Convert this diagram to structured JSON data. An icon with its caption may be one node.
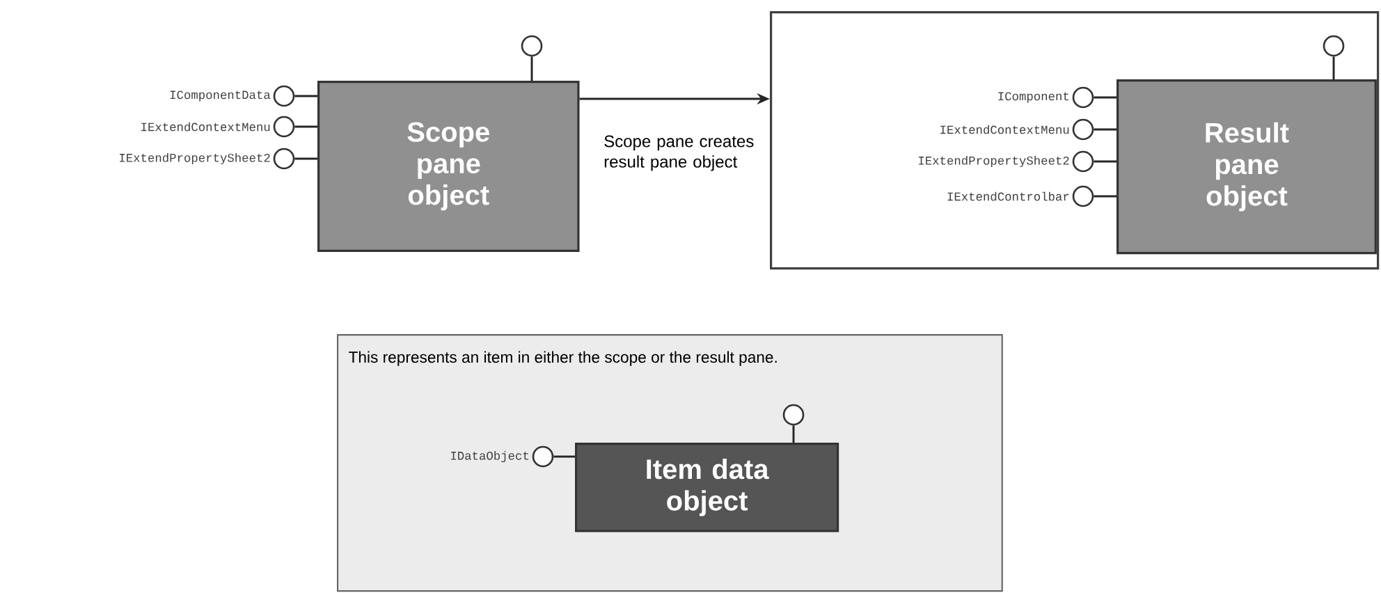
{
  "diagram": {
    "nodes": [
      {
        "text": [],
        "shape": "circle"
      },
      {
        "text": [
          "IComponentData"
        ]
      },
      {
        "text": [
          "IExtendContextMenu"
        ]
      },
      {
        "text": [
          "IExtendPropertySheet2"
        ]
      },
      {
        "text": [
          "Scope pane object"
        ]
      },
      {
        "text": [],
        "shape": "box"
      },
      {
        "text": [],
        "shape": "circle",
        "in": 5
      },
      {
        "text": [
          "IComponent"
        ],
        "in": 5
      },
      {
        "text": [
          "IExtendContextMenu"
        ],
        "in": 5
      },
      {
        "text": [
          "IExtendPropertySheet2"
        ],
        "in": 5
      },
      {
        "text": [
          "IExtendControlbar"
        ],
        "in": 5
      },
      {
        "text": [
          "Result pane object"
        ],
        "in": 5
      },
      {
        "text": [
          "This represents an item in either the scope or the result pane."
        ]
      },
      {
        "text": [],
        "shape": "circle",
        "in": 12
      },
      {
        "text": [
          "IDataObject"
        ],
        "in": 12
      },
      {
        "text": [
          "Item data object"
        ],
        "in": 12
      }
    ],
    "edges": [
      {
        "from": 4,
        "to": 5,
        "arrow": "to",
        "label": "Scope pane creates result pane object"
      },
      {
        "from": 0,
        "to": 4,
        "arrow": "none"
      },
      {
        "from": 1,
        "to": 4,
        "arrow": "none"
      },
      {
        "from": 2,
        "to": 4,
        "arrow": "none"
      },
      {
        "from": 3,
        "to": 4,
        "arrow": "none"
      },
      {
        "from": 6,
        "to": 11,
        "arrow": "none"
      },
      {
        "from": 7,
        "to": 11,
        "arrow": "none"
      },
      {
        "from": 8,
        "to": 11,
        "arrow": "none"
      },
      {
        "from": 9,
        "to": 11,
        "arrow": "none"
      },
      {
        "from": 10,
        "to": 11,
        "arrow": "none"
      },
      {
        "from": 13,
        "to": 15,
        "arrow": "none"
      },
      {
        "from": 14,
        "to": 15,
        "arrow": "none"
      }
    ]
  }
}
